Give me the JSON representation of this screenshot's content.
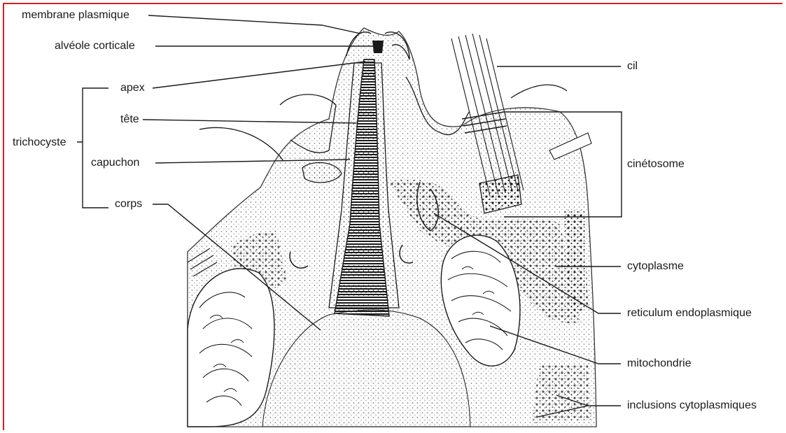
{
  "colors": {
    "frame": "#d81f26",
    "ink": "#1a1a1a",
    "background": "#ffffff"
  },
  "labels": {
    "membrane": "membrane plasmique",
    "alveole": "alvéole corticale",
    "apex": "apex",
    "tete": "tête",
    "trichocyste": "trichocyste",
    "capuchon": "capuchon",
    "corps": "corps",
    "cil": "cil",
    "cinetosome": "cinétosome",
    "cytoplasme": "cytoplasme",
    "reticulum": "reticulum endoplasmique",
    "mitochondrie": "mitochondrie",
    "inclusions": "inclusions cytoplasmiques"
  }
}
